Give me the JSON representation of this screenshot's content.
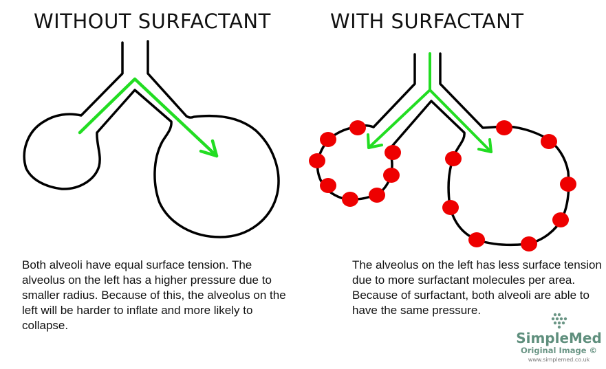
{
  "panels": {
    "left": {
      "title": "WITHOUT SURFACTANT",
      "caption": "Both alveoli have equal surface tension. The alveolus on the left has a higher pressure due to smaller radius. Because of this, the alveolus on the left will be harder to inflate and more likely to collapse."
    },
    "right": {
      "title": "WITH SURFACTANT",
      "caption": "The alveolus on the left has less surface tension due to more surfactant molecules per area. Because of surfactant, both alveoli are able to have the same pressure."
    }
  },
  "legend": {
    "outline_color": "#000000",
    "airflow_arrow_color": "#22dd22",
    "surfactant_molecule_color": "#ee0000"
  },
  "watermark": {
    "brand": "SimpleMed",
    "subtitle": "Original Image ©",
    "url": "www.simplemed.co.uk",
    "color": "#5f8f7d"
  }
}
